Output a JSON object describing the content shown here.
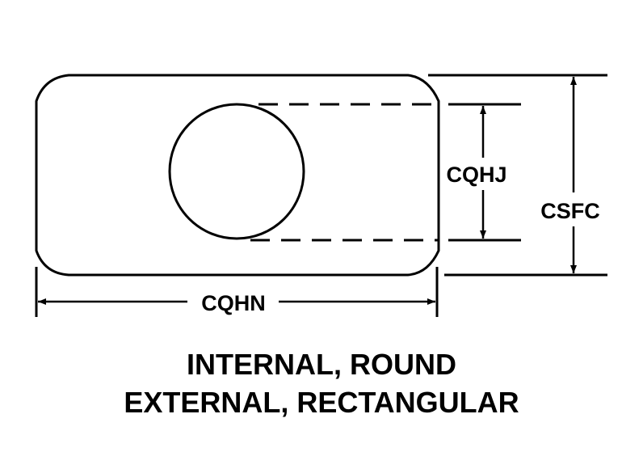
{
  "dimensions": {
    "inner_height": "CQHJ",
    "outer_height": "CSFC",
    "outer_width": "CQHN"
  },
  "caption": {
    "line1": "INTERNAL, ROUND",
    "line2": "EXTERNAL, RECTANGULAR"
  }
}
